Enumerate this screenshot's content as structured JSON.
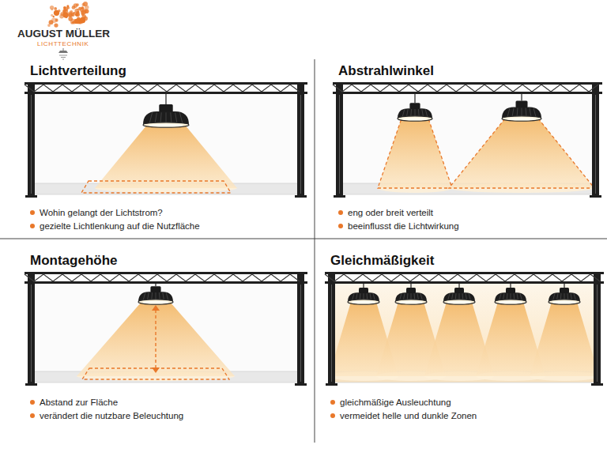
{
  "diagram": {
    "nodes": [
      {
        "text": [
          "Lichtverteilung",
          "Wohin gelangt der Lichtstrom?",
          "gezielte Lichtlenkung auf die Nutzfläche"
        ]
      },
      {
        "text": [
          "Abstrahlwinkel",
          "eng oder breit verteilt",
          "beeinflusst die Lichtwirkung"
        ]
      },
      {
        "text": [
          "Montagehöhe",
          "Abstand zur Fläche",
          "verändert die nutzbare Beleuchtung"
        ]
      },
      {
        "text": [
          "Gleichmäßigkeit",
          "gleichmäßige Ausleuchtung",
          "vermeidet helle und dunkle Zonen"
        ]
      }
    ],
    "labels": [
      "AUGUST MÜLLER",
      "LICHTTECHNIK"
    ]
  }
}
